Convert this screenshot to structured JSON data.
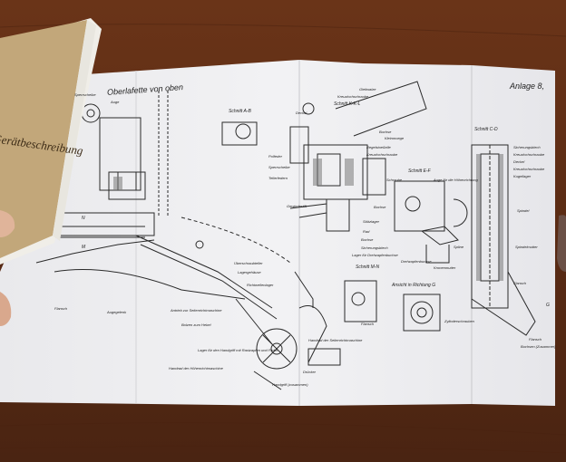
{
  "sheet": {
    "title": "Oberlafette von oben",
    "appendix": "Anlage 8,"
  },
  "sections": {
    "ab": "Schnitt A-B",
    "kl": "Schnitt K-K-L",
    "ef": "Schnitt E-F",
    "cd": "Schnitt C-D",
    "mn": "Schnitt M-N",
    "g": "Ansicht in Richtung G"
  },
  "labels": {
    "sperrscheibe": "Sperrscheibe",
    "auge": "Auge",
    "gleitwalze": "Gleitwalze",
    "kreuzlochschraube": "Kreuzlochschraube",
    "deckel": "Deckel",
    "buchse": "Buchse",
    "kleinmoege": "Kleinmoege",
    "regelmutter": "Regelstoeßelle",
    "kreuzlochschraube2": "Kreuzlochschraube",
    "polfeder": "Polfeder",
    "sperrscheibe2": "Sperrscheibe",
    "tellerfedern": "Tellerfedern",
    "schraube": "Schraube",
    "auge_richtsp": "Auge für die Höhenrichtung",
    "gewindestift": "Gewindestift",
    "buchse2": "Buchse",
    "stutzlager": "Stützlager",
    "rad": "Rad",
    "buchse3": "Buchse",
    "sicherungsblech": "Sicherungsblech",
    "lager_dreh": "Lager für Drehzapfenbuchse",
    "drehzapfenbuchse": "Drehzapfenbuchse",
    "kronenmutter": "Kronenmutter",
    "spline": "Spline",
    "sicherungsblech2": "Sicherungsblech",
    "kreuzlochschraube3": "Kreuzlochschraube",
    "deckel2": "Deckel",
    "kreuzlochschraube4": "Kreuzlochschraube",
    "kugellager": "Kugellager",
    "spindel": "Spindel",
    "spindelmutter": "Spindelmutter",
    "flansch": "Flansch",
    "flansch2": "Flansch",
    "zylinderschrauben": "Zylinderschrauben",
    "flansch3": "Flansch",
    "buchsen": "Buchsen (Zusammer)",
    "g_marker": "G",
    "ueberschraube": "Überschraubteller",
    "lagergehaeuse": "Lagergehäuse",
    "richtwellenlager": "Richtwellenlager",
    "antrieb": "Antrieb zur Seitenrichtmaschine",
    "bolzen": "Bolzen zum Hebel",
    "lager_handgriff": "Lager für den Handgriff mit Rastzapfen und Feder",
    "handrad_hoehe": "Handrad der Höhenrichtmaschine",
    "handrad_seite": "Handrad der Seitenrichtmaschine",
    "druecker": "Drücker",
    "handgriff": "Handgriff (zusammen)",
    "flansch4": "Flansch",
    "augegelenk": "Augegelenk",
    "n": "N",
    "m": "M",
    "book_cover": "Gerätbeschreibung"
  }
}
